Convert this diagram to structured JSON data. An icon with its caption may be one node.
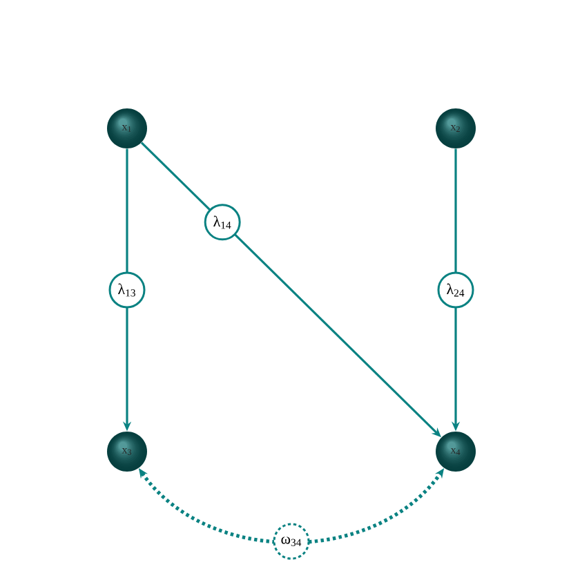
{
  "diagram": {
    "nodes": [
      {
        "text": [
          "x$_{1}$"
        ]
      },
      {
        "text": [
          "x$_{2}$"
        ]
      },
      {
        "text": [
          "x$_{3}$"
        ]
      },
      {
        "text": [
          "x$_{4}$"
        ]
      }
    ],
    "edges": [
      {
        "from": 0,
        "to": 2,
        "arrow": "to",
        "label": "λ$_{13}$"
      },
      {
        "from": 0,
        "to": 3,
        "arrow": "to",
        "label": "λ$_{14}$"
      },
      {
        "from": 1,
        "to": 3,
        "arrow": "to",
        "label": "λ$_{24}$"
      },
      {
        "from": 2,
        "to": 3,
        "arrow": "both",
        "label": "ω$_{34}$",
        "style": "dashed"
      }
    ]
  }
}
